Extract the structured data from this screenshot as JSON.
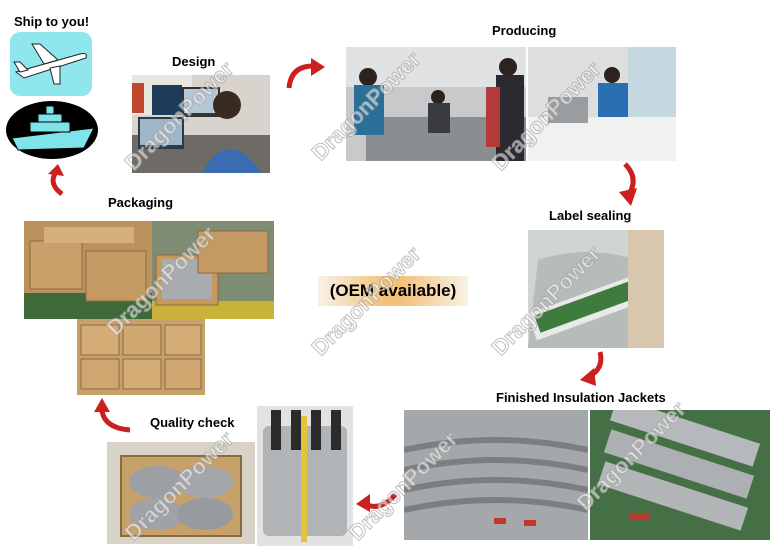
{
  "labels": {
    "ship": "Ship to you!",
    "design": "Design",
    "producing": "Producing",
    "packaging": "Packaging",
    "label_sealing": "Label sealing",
    "oem": "(OEM available)",
    "finished": "Finished Insulation Jackets",
    "quality": "Quality check"
  },
  "watermark": "DragonPower",
  "colors": {
    "arrow": "#cc1f1f",
    "oem_highlight": "#f4c07a",
    "icon_cyan": "#7fe3ea"
  },
  "icons": [
    "airplane-icon",
    "ship-icon"
  ]
}
